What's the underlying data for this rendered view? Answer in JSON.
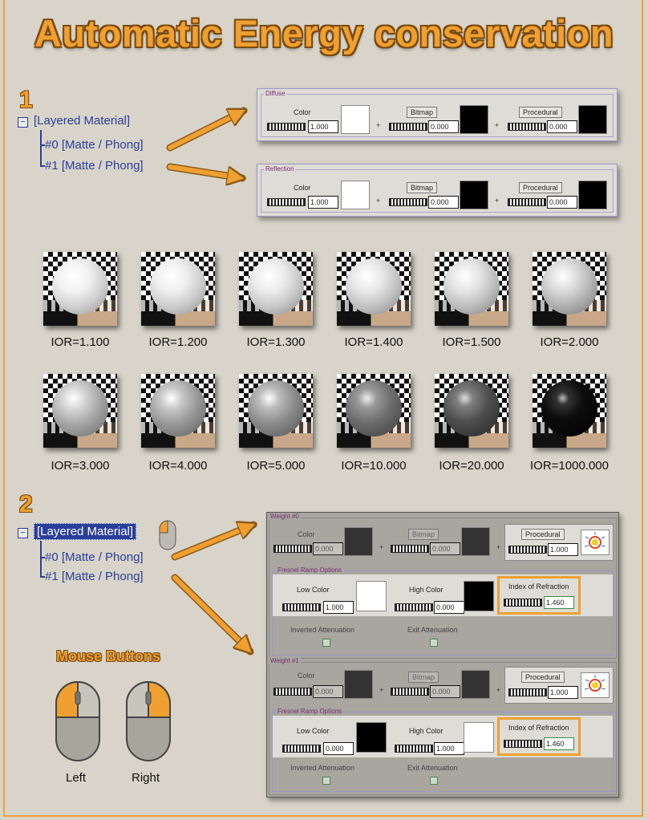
{
  "title": "Automatic Energy conservation",
  "colors": {
    "accent": "#f0a030",
    "tree_blue": "#2a3e9a"
  },
  "section1": {
    "step": "1",
    "tree": {
      "root": "[Layered Material]",
      "children": [
        "#0 [Matte / Phong]",
        "#1 [Matte / Phong]"
      ]
    },
    "panels": [
      {
        "group": "Diffuse",
        "color_label": "Color",
        "color_value": "1.000",
        "bitmap_label": "Bitmap",
        "bitmap_value": "0.000",
        "procedural_label": "Procedural",
        "procedural_value": "0.000",
        "plus": "+"
      },
      {
        "group": "Reflection",
        "color_label": "Color",
        "color_value": "1.000",
        "bitmap_label": "Bitmap",
        "bitmap_value": "0.000",
        "procedural_label": "Procedural",
        "procedural_value": "0.000",
        "plus": "+"
      }
    ]
  },
  "renders": {
    "row1": [
      "IOR=1.100",
      "IOR=1.200",
      "IOR=1.300",
      "IOR=1.400",
      "IOR=1.500",
      "IOR=2.000"
    ],
    "row2": [
      "IOR=3.000",
      "IOR=4.000",
      "IOR=5.000",
      "IOR=10.000",
      "IOR=20.000",
      "IOR=1000.000"
    ]
  },
  "section2": {
    "step": "2",
    "tree": {
      "root": "[Layered Material]",
      "children": [
        "#0 [Matte / Phong]",
        "#1 [Matte / Phong]"
      ]
    },
    "weights": [
      {
        "group": "Weight #0",
        "color_label": "Color",
        "color_value": "0.000",
        "bitmap_label": "Bitmap",
        "bitmap_value": "0.000",
        "procedural_label": "Procedural",
        "procedural_value": "1.000",
        "fresnel_group": "Fresnel Ramp Options",
        "low_label": "Low Color",
        "low_value": "1.000",
        "high_label": "High Color",
        "high_value": "0.000",
        "ior_label": "Index of Refraction",
        "ior_value": "1.460",
        "inverted_label": "Inverted Attenuation",
        "exit_label": "Exit Attenuation",
        "plus": "+"
      },
      {
        "group": "Weight #1",
        "color_label": "Color",
        "color_value": "0.000",
        "bitmap_label": "Bitmap",
        "bitmap_value": "0.000",
        "procedural_label": "Procedural",
        "procedural_value": "1.000",
        "fresnel_group": "Fresnel Ramp Options",
        "low_label": "Low Color",
        "low_value": "0.000",
        "high_label": "High Color",
        "high_value": "1.000",
        "ior_label": "Index of Refraction",
        "ior_value": "1.460",
        "inverted_label": "Inverted Attenuation",
        "exit_label": "Exit Attenuation",
        "plus": "+"
      }
    ]
  },
  "mouse": {
    "title": "Mouse Buttons",
    "left": "Left",
    "right": "Right"
  }
}
